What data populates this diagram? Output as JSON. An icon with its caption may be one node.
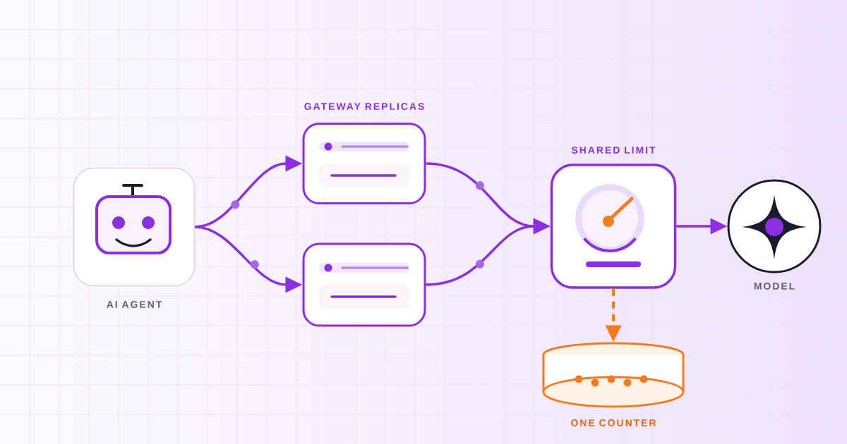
{
  "diagram": {
    "nodes": [
      {
        "text": [
          "AI AGENT"
        ]
      },
      {
        "text": [],
        "shape": "box"
      },
      {
        "text": [],
        "shape": "box"
      },
      {
        "text": [
          "SHARED LIMIT"
        ]
      },
      {
        "text": [
          "MODEL"
        ]
      },
      {
        "text": [
          "ONE COUNTER"
        ]
      }
    ],
    "edges": [
      {
        "from": 0,
        "to": 1,
        "arrow": "to"
      },
      {
        "from": 0,
        "to": 2,
        "arrow": "to"
      },
      {
        "from": 1,
        "to": 3,
        "arrow": "to"
      },
      {
        "from": 2,
        "to": 3,
        "arrow": "to"
      },
      {
        "from": 3,
        "to": 4,
        "arrow": "to"
      },
      {
        "from": 3,
        "to": 5,
        "arrow": "to",
        "style": "dashed",
        "color": "#f47b20"
      }
    ],
    "labels": [
      "GATEWAY REPLICAS"
    ]
  }
}
